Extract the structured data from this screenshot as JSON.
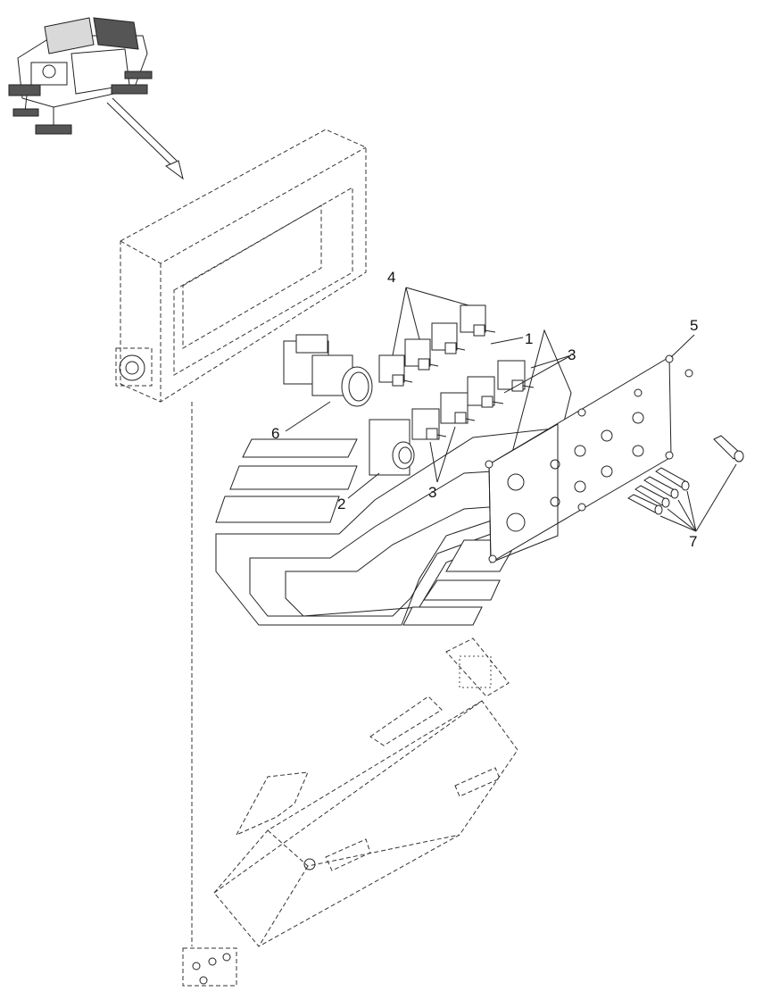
{
  "callouts": {
    "c1": "1",
    "c2": "2",
    "c3a": "3",
    "c3b": "3",
    "c4": "4",
    "c5": "5",
    "c6": "6",
    "c7": "7"
  },
  "colors": {
    "line": "#222222",
    "background": "#ffffff",
    "shade": "#d9d9d9"
  }
}
